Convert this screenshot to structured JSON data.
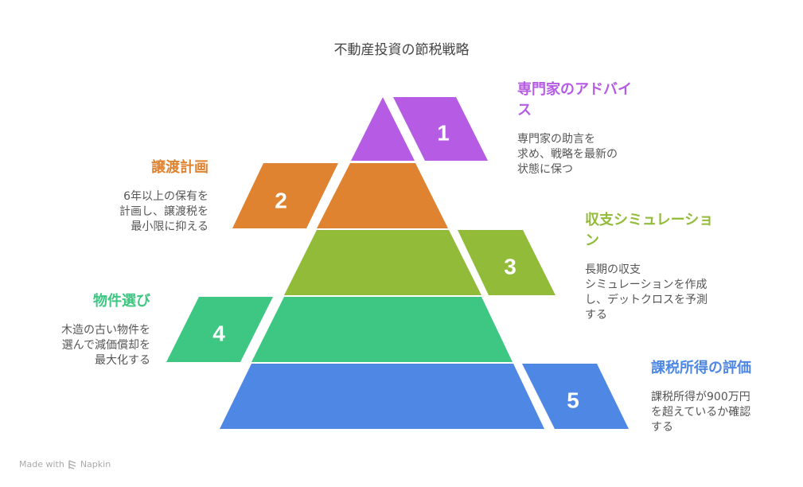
{
  "title": "不動産投資の節税戦略",
  "levels": [
    {
      "number": "1",
      "heading": "専門家のアドバイス",
      "text": "専門家の助言を\n求め、戦略を最新の\n状態に保つ",
      "color": "#b65be4"
    },
    {
      "number": "2",
      "heading": "譲渡計画",
      "text": "6年以上の保有を\n計画し、譲渡税を\n最小限に抑える",
      "color": "#e08330"
    },
    {
      "number": "3",
      "heading": "収支シミュレーション",
      "text": "長期の収支\nシミュレーションを作成\nし、デットクロスを予測\nする",
      "color": "#93bb3a"
    },
    {
      "number": "4",
      "heading": "物件選び",
      "text": "木造の古い物件を\n選んで減価償却を\n最大化する",
      "color": "#3ec683"
    },
    {
      "number": "5",
      "heading": "課税所得の評価",
      "text": "課税所得が900万円\nを超えているか確認\nする",
      "color": "#4e87e4"
    }
  ],
  "footer": {
    "made_with": "Made with",
    "brand": "Napkin"
  }
}
